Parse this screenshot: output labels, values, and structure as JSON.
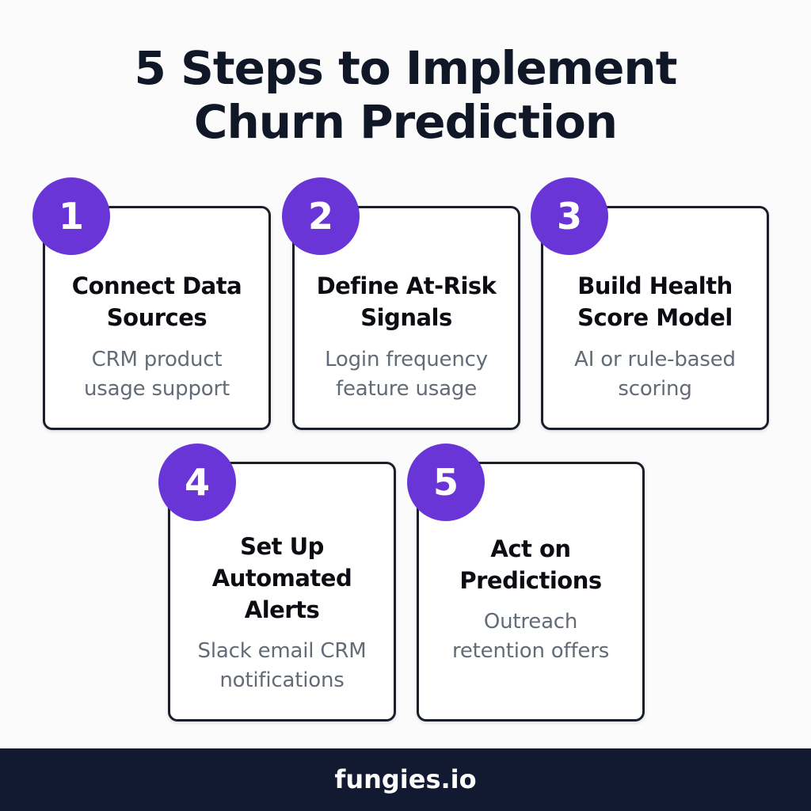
{
  "title": {
    "line1": "5 Steps to Implement",
    "line2": "Churn Prediction"
  },
  "steps": [
    {
      "number": "1",
      "title": "Connect Data\nSources",
      "description": "CRM product\nusage support"
    },
    {
      "number": "2",
      "title": "Define At-Risk\nSignals",
      "description": "Login frequency\nfeature usage"
    },
    {
      "number": "3",
      "title": "Build Health\nScore Model",
      "description": "AI or rule-based\nscoring"
    },
    {
      "number": "4",
      "title": "Set Up\nAutomated\nAlerts",
      "description": "Slack email CRM\nnotifications"
    },
    {
      "number": "5",
      "title": "Act on\nPredictions",
      "description": "Outreach\nretention offers"
    }
  ],
  "footer": {
    "brand": "fungies.io"
  },
  "colors": {
    "accent": "#6a35d6",
    "title_text": "#101828",
    "card_border": "#1b1f2a",
    "description_text": "#636b77",
    "footer_background": "#111a30",
    "background": "#fbfbfc"
  }
}
